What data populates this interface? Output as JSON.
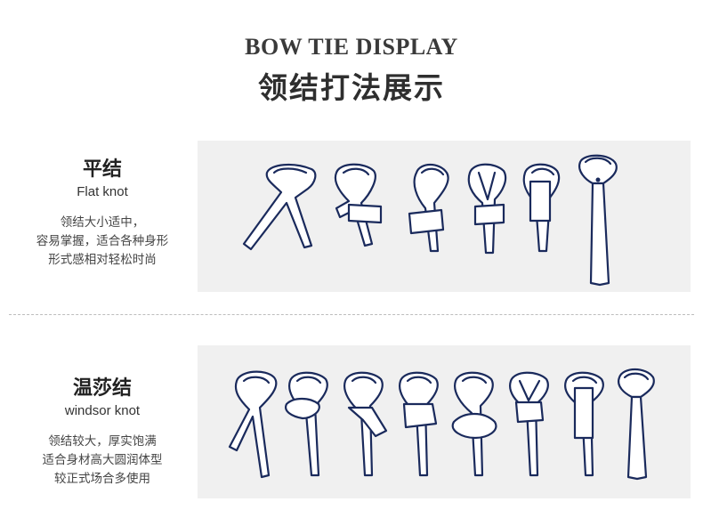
{
  "header": {
    "title_en": "BOW TIE DISPLAY",
    "title_cn": "领结打法展示"
  },
  "knots": [
    {
      "name_cn": "平结",
      "name_en": "Flat knot",
      "description_lines": [
        "领结大小适中，",
        "容易掌握，适合各种身形",
        "形式感相对轻松时尚"
      ],
      "steps": 6
    },
    {
      "name_cn": "温莎结",
      "name_en": "windsor knot",
      "description_lines": [
        "领结较大，厚实饱满",
        "适合身材高大圆润体型",
        "较正式场合多使用"
      ],
      "steps": 8
    }
  ],
  "colors": {
    "tie_stroke": "#1a2a5c",
    "panel_bg": "#f0f0f0"
  }
}
